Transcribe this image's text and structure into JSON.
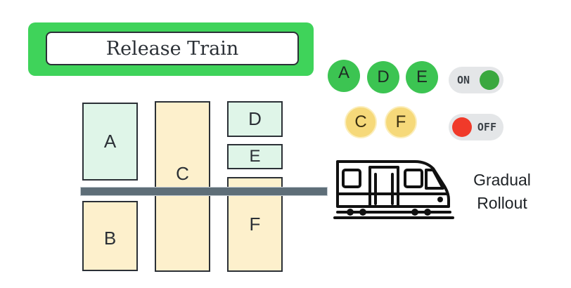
{
  "title": "Release Train",
  "boxes": {
    "a": "A",
    "b": "B",
    "c": "C",
    "d": "D",
    "e": "E",
    "f": "F"
  },
  "features": {
    "on": [
      "A",
      "D",
      "E"
    ],
    "off": [
      "C",
      "F"
    ]
  },
  "toggles": {
    "on_label": "ON",
    "off_label": "OFF"
  },
  "train": {
    "label_line1": "Gradual",
    "label_line2": "Rollout"
  },
  "colors": {
    "title_frame": "#3fd35a",
    "feature_on": "#3cc452",
    "feature_off": "#f6d97a",
    "box_green": "#dff5e8",
    "box_yellow": "#fdf0cc",
    "track": "#5e6e78",
    "toggle_on_knob": "#3aa83f",
    "toggle_off_knob": "#f03a2a"
  }
}
